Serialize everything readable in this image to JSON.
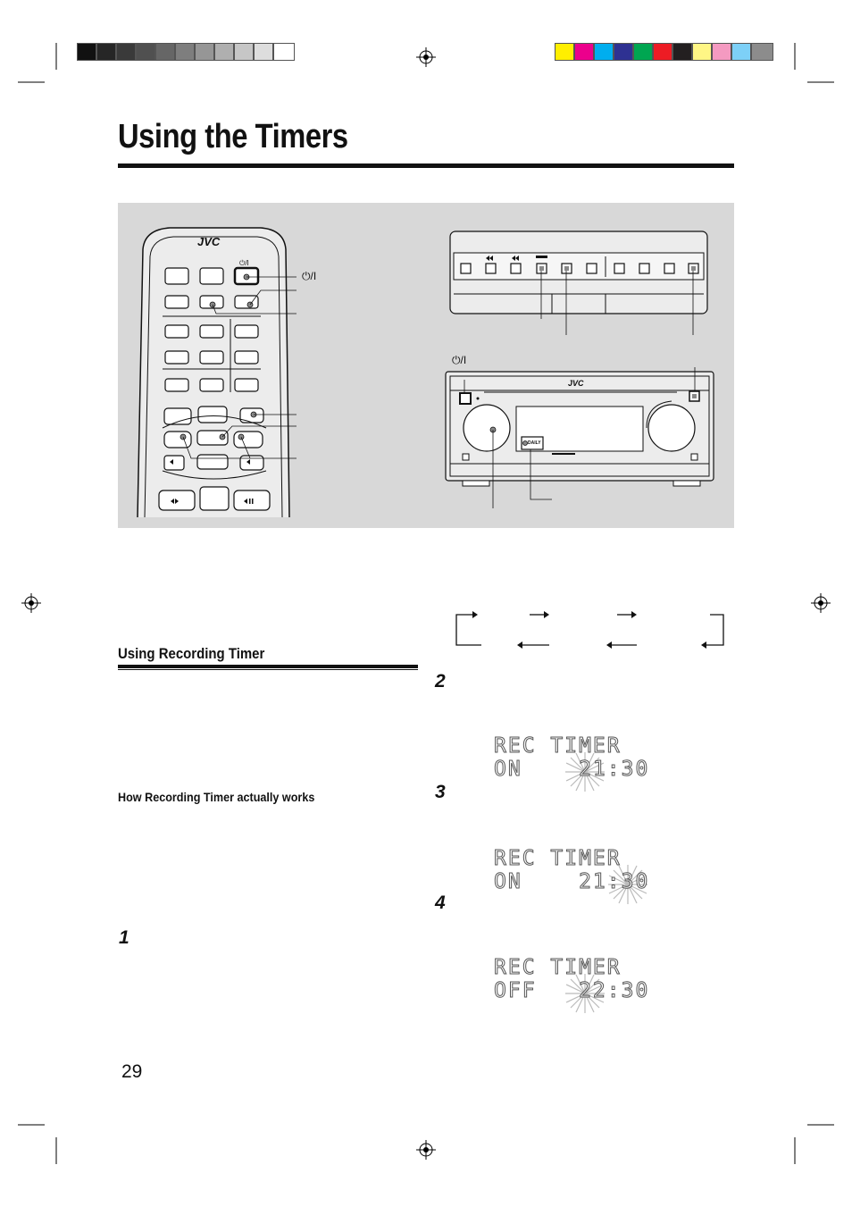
{
  "page": {
    "title": "Using the Timers",
    "page_number": "29"
  },
  "color_bars": {
    "gray": [
      "#111111",
      "#262626",
      "#3a3a3a",
      "#505050",
      "#666666",
      "#7e7e7e",
      "#969696",
      "#afafaf",
      "#c6c6c6",
      "#dddddd",
      "#efefef",
      "#ffffff"
    ],
    "color": [
      "#ffef00",
      "#ec008c",
      "#00aeef",
      "#2e3192",
      "#00a651",
      "#ed1c24",
      "#231f20",
      "#fff685",
      "#f49ac1",
      "#7dd0f7",
      "#8c8c8c"
    ]
  },
  "illustration": {
    "remote_brand": "JVC",
    "unit_brand": "JVC",
    "standby_symbol": "⏻/I",
    "standby_symbol_unit": "⏻/I",
    "daily_button_label": "DAILY"
  },
  "section": {
    "heading": "Using Recording Timer",
    "subheading": "How Recording Timer actually works"
  },
  "steps": [
    "1",
    "2",
    "3",
    "4"
  ],
  "displays": [
    {
      "line1": "REC TIMER",
      "line2": "ON    21:30"
    },
    {
      "line1": "REC TIMER",
      "line2": "ON    21:30"
    },
    {
      "line1": "REC TIMER",
      "line2": "OFF   22:30"
    }
  ]
}
